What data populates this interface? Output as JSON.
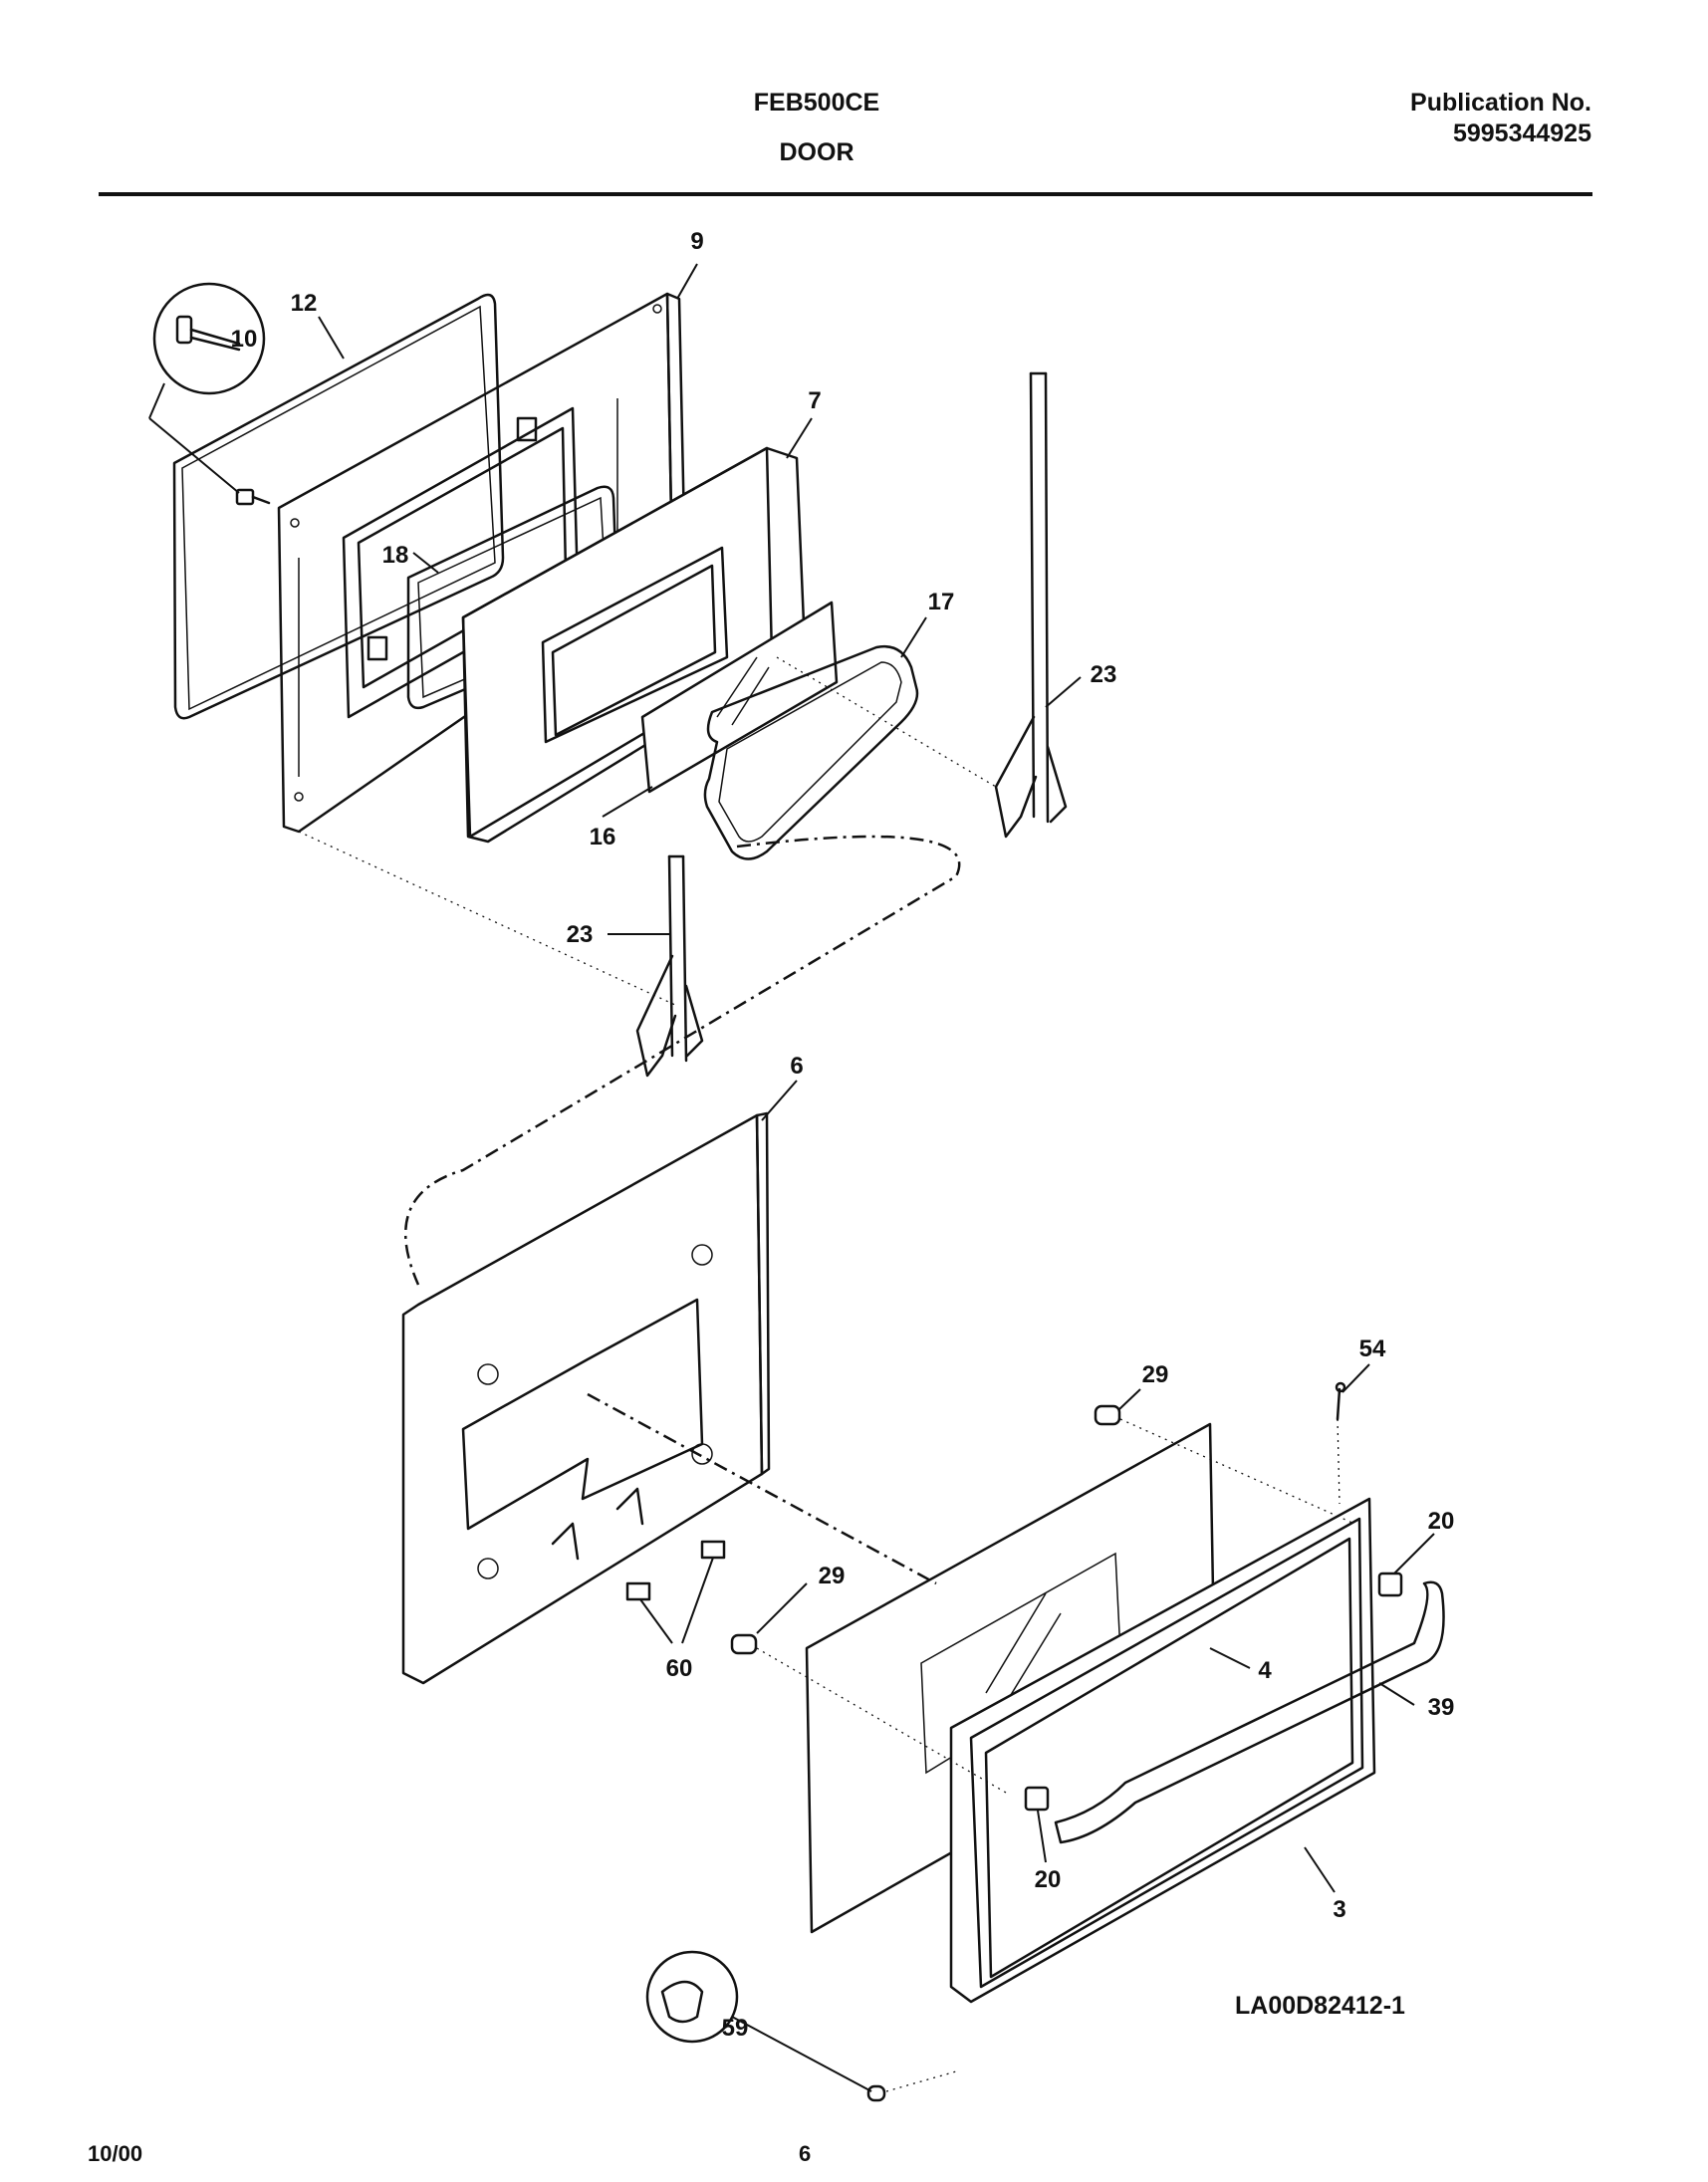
{
  "header": {
    "model": "FEB500CE",
    "section": "DOOR",
    "publication_label": "Publication No.",
    "publication_number": "5995344925"
  },
  "callouts": {
    "c9": "9",
    "c12": "12",
    "c10": "10",
    "c7": "7",
    "c18": "18",
    "c17": "17",
    "c23a": "23",
    "c16": "16",
    "c23b": "23",
    "c6": "6",
    "c29a": "29",
    "c54": "54",
    "c20a": "20",
    "c29b": "29",
    "c4": "4",
    "c39": "39",
    "c60": "60",
    "c20b": "20",
    "c3": "3",
    "c59": "59"
  },
  "drawing_id": "LA00D82412-1",
  "footer": {
    "date": "10/00",
    "page": "6"
  }
}
